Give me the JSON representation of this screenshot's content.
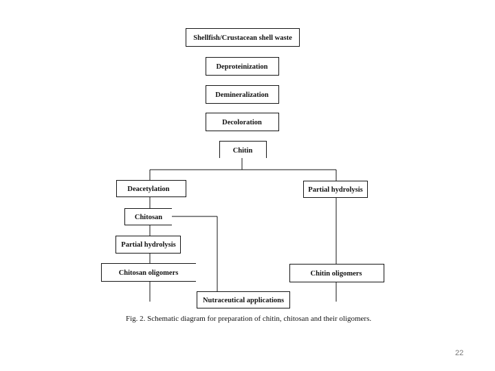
{
  "diagram": {
    "nodes": {
      "shell_waste": "Shellfish/Crustacean shell waste",
      "deproteinization": "Deproteinization",
      "demineralization": "Demineralization",
      "decoloration": "Decoloration",
      "chitin": "Chitin",
      "deacetylation": "Deacetylation",
      "partial_hydrolysis_right": "Partial hydrolysis",
      "chitosan": "Chitosan",
      "partial_hydrolysis_left": "Partial hydrolysis",
      "chitosan_oligomers": "Chitosan oligomers",
      "chitin_oligomers": "Chitin oligomers",
      "nutraceutical": "Nutraceutical applications"
    },
    "caption": "Fig. 2.  Schematic diagram for preparation of chitin, chitosan and their oligomers."
  },
  "page_number": "22",
  "colors": {
    "line": "#111111",
    "text": "#111111",
    "page_number": "#777777"
  }
}
